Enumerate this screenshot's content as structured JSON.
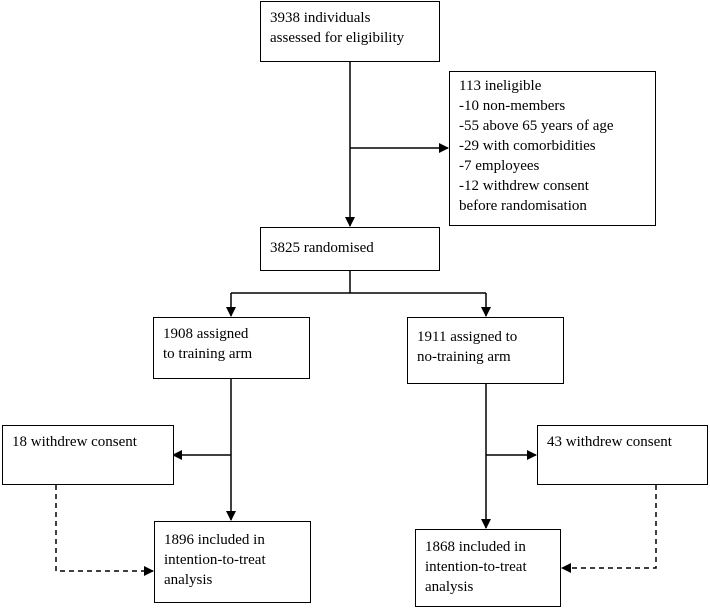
{
  "boxes": {
    "eligibility": {
      "lines": [
        "3938 individuals",
        "assessed for eligibility"
      ]
    },
    "ineligible": {
      "lines": [
        "113 ineligible",
        "-10 non-members",
        "-55 above 65 years of age",
        "-29 with comorbidities",
        "-7 employees",
        "-12 withdrew consent",
        "before randomisation"
      ]
    },
    "randomised": {
      "lines": [
        "3825 randomised"
      ]
    },
    "training_arm": {
      "lines": [
        "1908 assigned",
        "to training arm"
      ]
    },
    "no_training_arm": {
      "lines": [
        "1911 assigned to",
        "no-training arm"
      ]
    },
    "training_withdrew": {
      "lines": [
        "18 withdrew consent"
      ]
    },
    "no_training_withdrew": {
      "lines": [
        "43 withdrew consent"
      ]
    },
    "training_itt": {
      "lines": [
        "1896 included in",
        "intention-to-treat",
        "analysis"
      ]
    },
    "no_training_itt": {
      "lines": [
        "1868 included in",
        "intention-to-treat",
        "analysis"
      ]
    }
  }
}
